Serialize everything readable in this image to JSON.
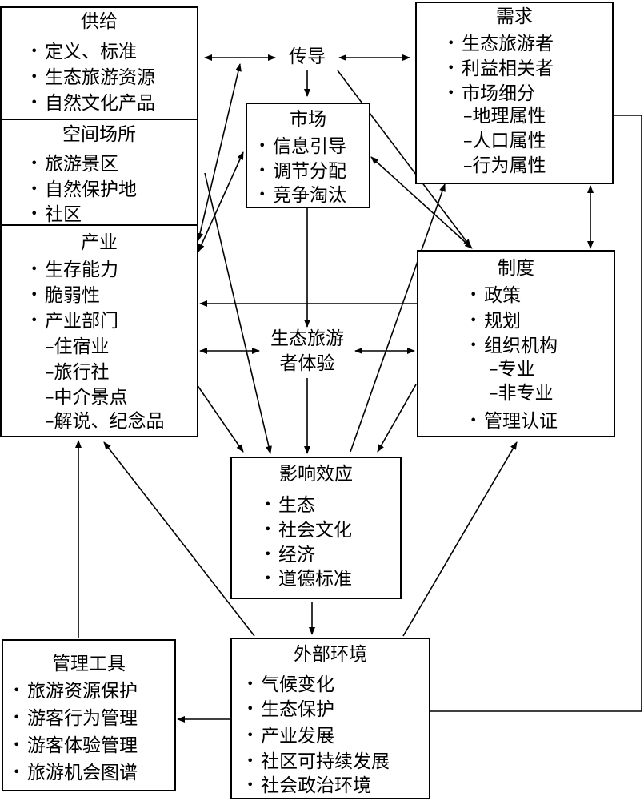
{
  "supply": {
    "title": "供给",
    "items": [
      "定义、标准",
      "生态旅游资源",
      "自然文化产品"
    ]
  },
  "space": {
    "title": "空间场所",
    "items": [
      "旅游景区",
      "自然保护地",
      "社区"
    ]
  },
  "industry": {
    "title": "产业",
    "items": [
      "生存能力",
      "脆弱性",
      "产业部门"
    ],
    "subitems": [
      "–住宿业",
      "–旅行社",
      "–中介景点",
      "–解说、纪念品"
    ]
  },
  "conduction": {
    "label": "传导"
  },
  "market": {
    "title": "市场",
    "items": [
      "信息引导",
      "调节分配",
      "竞争淘汰"
    ]
  },
  "demand": {
    "title": "需求",
    "items": [
      "生态旅游者",
      "利益相关者",
      "市场细分"
    ],
    "subitems": [
      "–地理属性",
      "–人口属性",
      "–行为属性"
    ]
  },
  "institution": {
    "title": "制度",
    "items": [
      "政策",
      "规划",
      "组织机构"
    ],
    "subitems": [
      "–专业",
      "–非专业"
    ],
    "last": "管理认证"
  },
  "experience": {
    "line1": "生态旅游",
    "line2": "者体验"
  },
  "impact": {
    "title": "影响效应",
    "items": [
      "生态",
      "社会文化",
      "经济",
      "道德标准"
    ]
  },
  "tools": {
    "title": "管理工具",
    "items": [
      "旅游资源保护",
      "游客行为管理",
      "游客体验管理",
      "旅游机会图谱"
    ]
  },
  "env": {
    "title": "外部环境",
    "items": [
      "气候变化",
      "生态保护",
      "产业发展",
      "社区可持续发展",
      "社会政治环境"
    ]
  }
}
